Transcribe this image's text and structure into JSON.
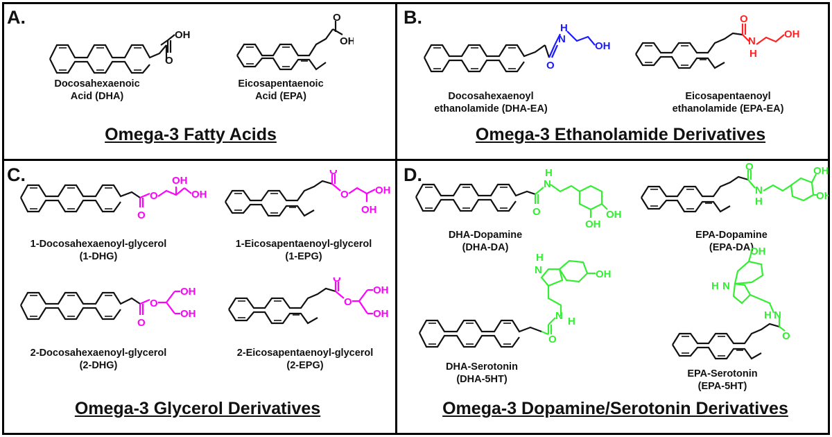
{
  "colors": {
    "black": "#111111",
    "blue": "#1a1aff",
    "red": "#ff2222",
    "magenta": "#ff00ff",
    "green": "#33ee33"
  },
  "atoms": {
    "O": "O",
    "OH": "OH",
    "H": "H",
    "N": "N"
  },
  "panels": {
    "a": {
      "label": "A.",
      "title": "Omega-3 Fatty Acids",
      "molecules": [
        {
          "line1": "Docosahexaenoic",
          "line2": "Acid  (DHA)"
        },
        {
          "line1": "Eicosapentaenoic",
          "line2": "Acid  (EPA)"
        }
      ]
    },
    "b": {
      "label": "B.",
      "title": "Omega-3 Ethanolamide Derivatives",
      "molecules": [
        {
          "line1": "Docosahexaenoyl",
          "line2": "ethanolamide  (DHA-EA)"
        },
        {
          "line1": "Eicosapentaenoyl",
          "line2": "ethanolamide  (EPA-EA)"
        }
      ]
    },
    "c": {
      "label": "C.",
      "title": "Omega-3 Glycerol Derivatives",
      "molecules": [
        {
          "line1": "1-Docosahexaenoyl-glycerol",
          "line2": "(1-DHG)"
        },
        {
          "line1": "1-Eicosapentaenoyl-glycerol",
          "line2": "(1-EPG)"
        },
        {
          "line1": "2-Docosahexaenoyl-glycerol",
          "line2": "(2-DHG)"
        },
        {
          "line1": "2-Eicosapentaenoyl-glycerol",
          "line2": "(2-EPG)"
        }
      ]
    },
    "d": {
      "label": "D.",
      "title": "Omega-3 Dopamine/Serotonin Derivatives",
      "molecules": [
        {
          "line1": "DHA-Dopamine",
          "line2": "(DHA-DA)"
        },
        {
          "line1": "EPA-Dopamine",
          "line2": "(EPA-DA)"
        },
        {
          "line1": "DHA-Serotonin",
          "line2": "(DHA-5HT)"
        },
        {
          "line1": "EPA-Serotonin",
          "line2": "(EPA-5HT)"
        }
      ]
    }
  }
}
